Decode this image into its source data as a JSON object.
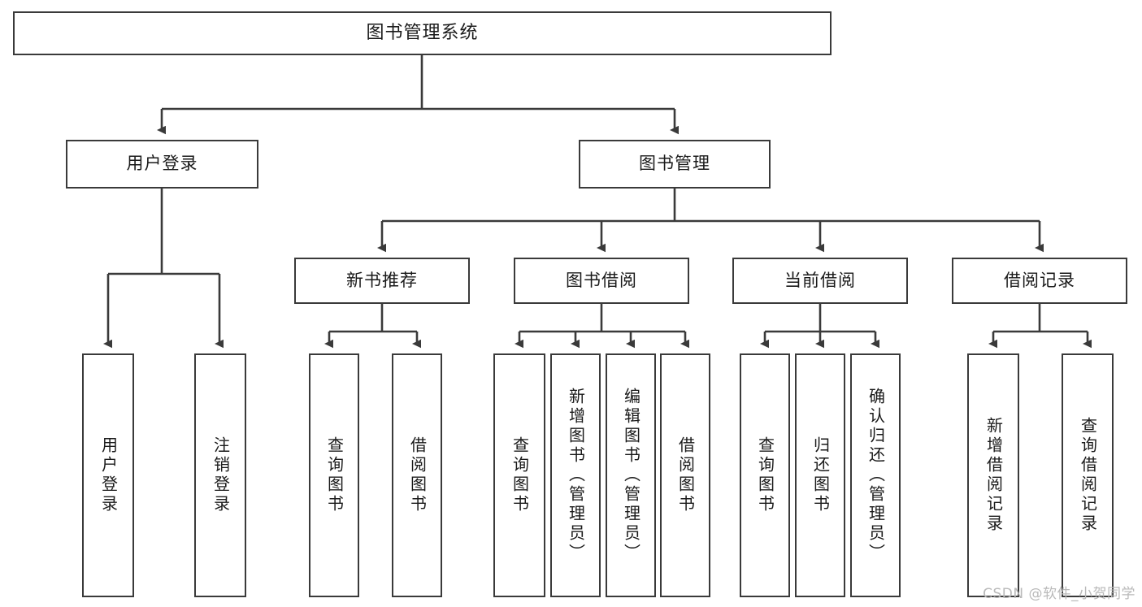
{
  "diagram": {
    "title": "图书管理系统",
    "watermark": "CSDN @软件_小贺同学",
    "type": "tree-hierarchy",
    "stroke_color": "#3a3a3a",
    "background_color": "#ffffff",
    "text_color": "#1a1a1a",
    "watermark_color": "#b9b9b9"
  },
  "nodes": {
    "root": {
      "label": "图书管理系统"
    },
    "level2": [
      {
        "id": "user-login",
        "label": "用户登录"
      },
      {
        "id": "book-management",
        "label": "图书管理"
      }
    ],
    "level3": [
      {
        "id": "new-book-recommend",
        "label": "新书推荐"
      },
      {
        "id": "book-borrow",
        "label": "图书借阅"
      },
      {
        "id": "current-borrow",
        "label": "当前借阅"
      },
      {
        "id": "borrow-record",
        "label": "借阅记录"
      }
    ],
    "leaves": {
      "user_login": [
        {
          "id": "leaf-user-login",
          "label": "用户登录"
        },
        {
          "id": "leaf-logout-login",
          "label": "注销登录"
        }
      ],
      "new_book_recommend": [
        {
          "id": "leaf-query-book-1",
          "label": "查询图书"
        },
        {
          "id": "leaf-borrow-book-1",
          "label": "借阅图书"
        }
      ],
      "book_borrow": [
        {
          "id": "leaf-query-book-2",
          "label": "查询图书"
        },
        {
          "id": "leaf-add-book",
          "label": "新增图书（管理员）"
        },
        {
          "id": "leaf-edit-book",
          "label": "编辑图书（管理员）"
        },
        {
          "id": "leaf-borrow-book-2",
          "label": "借阅图书"
        }
      ],
      "current_borrow": [
        {
          "id": "leaf-query-book-3",
          "label": "查询图书"
        },
        {
          "id": "leaf-return-book",
          "label": "归还图书"
        },
        {
          "id": "leaf-confirm-return",
          "label": "确认归还（管理员）"
        }
      ],
      "borrow_record": [
        {
          "id": "leaf-add-record",
          "label": "新增借阅记录"
        },
        {
          "id": "leaf-query-record",
          "label": "查询借阅记录"
        }
      ]
    }
  }
}
